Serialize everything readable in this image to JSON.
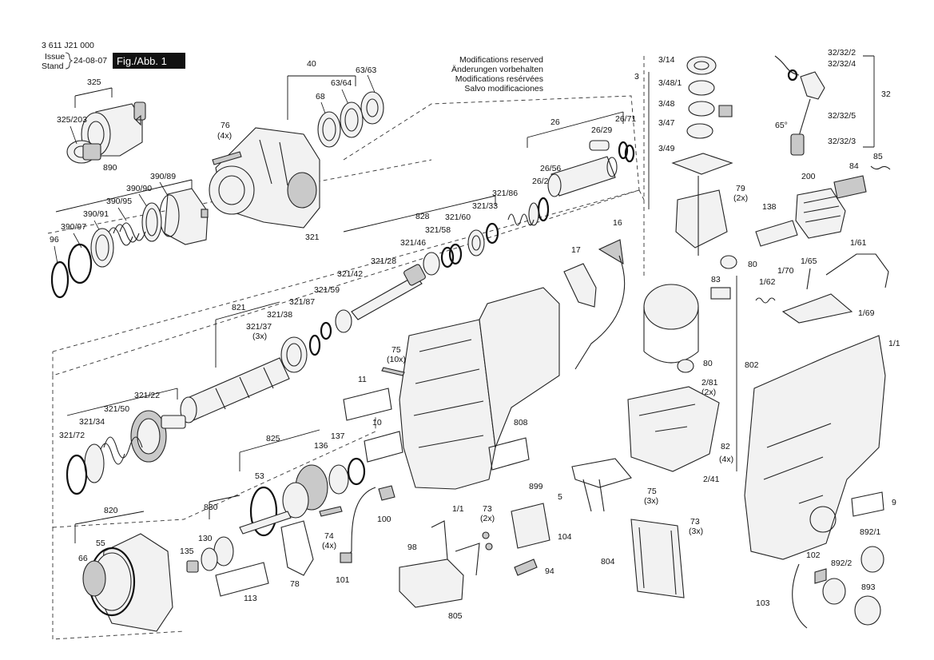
{
  "header": {
    "doc_number": "3 611 J21 000",
    "issue_label": "Issue",
    "stand_label": "Stand",
    "issue_date": "24-08-07",
    "figure_label": "Fig./Abb. 1"
  },
  "notes": {
    "en": "Modifications reserved",
    "de": "Änderungen vorbehalten",
    "fr": "Modifications resérvées",
    "es": "Salvo modificaciones"
  },
  "labels": {
    "l325": "325",
    "l325_203": "325/203",
    "l890": "890",
    "l390_89": "390/89",
    "l390_90": "390/90",
    "l390_95": "390/95",
    "l390_91": "390/91",
    "l390_97": "390/97",
    "l96": "96",
    "l40": "40",
    "l63_63": "63/63",
    "l63_64": "63/64",
    "l68": "68",
    "l76": "76",
    "l4x_76": "(4x)",
    "l26": "26",
    "l26_71": "26/71",
    "l26_29": "26/29",
    "l26_56": "26/56",
    "l26_27": "26/27",
    "l828": "828",
    "l321_86": "321/86",
    "l321_33": "321/33",
    "l321_60": "321/60",
    "l321_58": "321/58",
    "l321_46": "321/46",
    "l321_28": "321/28",
    "l321_42": "321/42",
    "l321_59": "321/59",
    "l321": "321",
    "l821": "821",
    "l321_87": "321/87",
    "l321_38": "321/38",
    "l321_37": "321/37",
    "l3x_321": "(3x)",
    "l321_22": "321/22",
    "l321_50": "321/50",
    "l321_34": "321/34",
    "l321_72": "321/72",
    "l75": "75",
    "l10x": "(10x)",
    "l11": "11",
    "l10": "10",
    "l808": "808",
    "l825": "825",
    "l136": "136",
    "l137": "137",
    "l53": "53",
    "l830": "830",
    "l820": "820",
    "l55": "55",
    "l66": "66",
    "l130": "130",
    "l135": "135",
    "l113": "113",
    "l78": "78",
    "l74": "74",
    "l4x_74": "(4x)",
    "l101": "101",
    "l100": "100",
    "l1_1a": "1/1",
    "l17": "17",
    "l16": "16",
    "l98": "98",
    "l805": "805",
    "l73a": "73",
    "l2x_73": "(2x)",
    "l104": "104",
    "l94": "94",
    "l899": "899",
    "l5": "5",
    "l3": "3",
    "l3_14": "3/14",
    "l3_48_1": "3/48/1",
    "l3_48": "3/48",
    "l3_47": "3/47",
    "l3_49": "3/49",
    "l79": "79",
    "l2x_79": "(2x)",
    "l80a": "80",
    "l83": "83",
    "l80b": "80",
    "l2_81": "2/81",
    "l2x_281": "(2x)",
    "l802": "802",
    "l82": "82",
    "l4x_82": "(4x)",
    "l2_41": "2/41",
    "l75b": "75",
    "l3x_75": "(3x)",
    "l73b": "73",
    "l3x_73": "(3x)",
    "l804": "804",
    "l32_32_2": "32/32/2",
    "l32_32_4": "32/32/4",
    "l32": "32",
    "l32_32_5": "32/32/5",
    "l32_32_3": "32/32/3",
    "l65deg": "65°",
    "l85": "85",
    "l84": "84",
    "l200": "200",
    "l138": "138",
    "l1_61": "1/61",
    "l1_70": "1/70",
    "l1_65": "1/65",
    "l1_62": "1/62",
    "l1_69": "1/69",
    "l1_1b": "1/1",
    "l9": "9",
    "l892_1": "892/1",
    "l102": "102",
    "l892_2": "892/2",
    "l893": "893",
    "l103": "103"
  }
}
